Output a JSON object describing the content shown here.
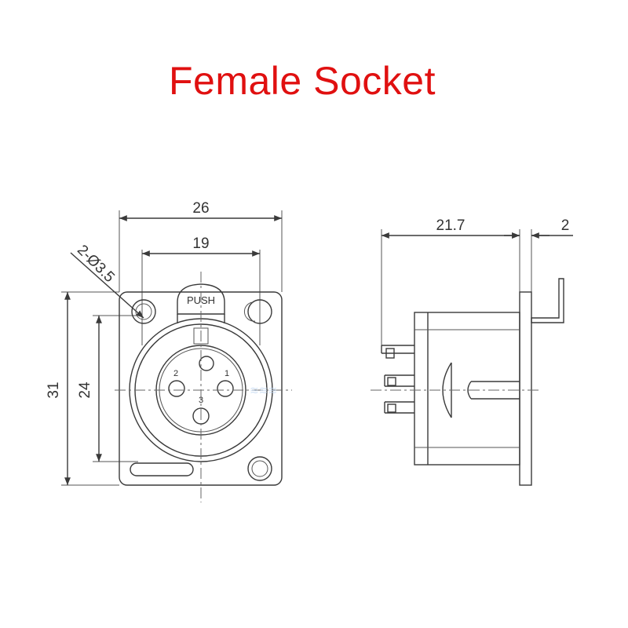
{
  "title": "Female Socket",
  "front_view": {
    "dim_width_outer": "26",
    "dim_width_inner": "19",
    "dim_height_outer": "31",
    "dim_height_inner": "24",
    "dim_hole": "2-Ø3.5",
    "latch_label": "PUSH",
    "pin_labels": [
      "2",
      "1",
      "3"
    ]
  },
  "side_view": {
    "dim_depth": "21.7",
    "dim_flange": "2"
  },
  "colors": {
    "title": "#e01010",
    "lines": "#3a3a3a"
  }
}
